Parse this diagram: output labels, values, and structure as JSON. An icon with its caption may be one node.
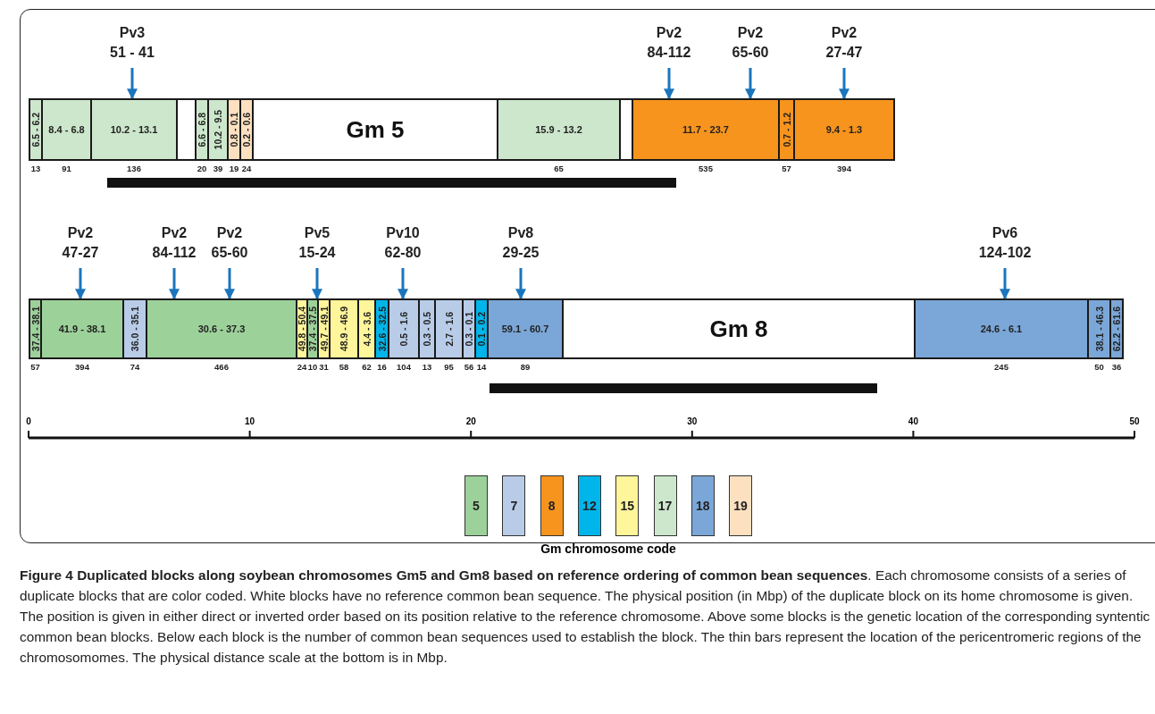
{
  "diagram": {
    "caption": "**Figure 4 Duplicated blocks along soybean chromosomes Gm5 and Gm8 based on reference ordering of common bean sequences**. Each chromosome consists of a series of duplicate blocks that are color coded. White blocks have no reference common bean sequence. The physical position (in Mbp) of the duplicate block on its home chromosome is given. The position is given in either direct or inverted order based on its position relative to the reference chromosome. Above some blocks is the genetic location of the corresponding syntentic common bean blocks. Below each block is the number of common bean sequences used to establish the block. The thin bars represent the location of the pericentromeric regions of the chromosomomes. The physical distance scale at the bottom is in Mbp.",
    "nodes": [
      {
        "text": [
          "Pv3",
          "51 - 41"
        ]
      },
      {
        "text": [
          "Pv2",
          "84-112"
        ]
      },
      {
        "text": [
          "Pv2",
          "65-60"
        ]
      },
      {
        "text": [
          "Pv2",
          "27-47"
        ]
      },
      {
        "text": [
          "6.5 - 6.2"
        ],
        "beside": [
          "13"
        ]
      },
      {
        "text": [
          "8.4 - 6.8"
        ],
        "beside": [
          "91"
        ]
      },
      {
        "text": [
          "10.2 - 13.1"
        ],
        "beside": [
          "136"
        ]
      },
      {
        "text": [],
        "shape": "box"
      },
      {
        "text": [
          "6.6 - 6.8"
        ],
        "beside": [
          "20"
        ]
      },
      {
        "text": [
          "10.2 - 9.5"
        ],
        "beside": [
          "39"
        ]
      },
      {
        "text": [
          "0.8 - 0.1"
        ],
        "beside": [
          "19"
        ]
      },
      {
        "text": [
          "0.2 - 0.6"
        ],
        "beside": [
          "24"
        ]
      },
      {
        "text": [
          "Gm 5"
        ]
      },
      {
        "text": [
          "15.9 - 13.2"
        ],
        "beside": [
          "65"
        ]
      },
      {
        "text": [],
        "shape": "box"
      },
      {
        "text": [
          "11.7 - 23.7"
        ],
        "beside": [
          "535"
        ]
      },
      {
        "text": [
          "0.7 - 1.2"
        ],
        "beside": [
          "57"
        ]
      },
      {
        "text": [
          "9.4 - 1.3"
        ],
        "beside": [
          "394"
        ]
      },
      {
        "text": [
          "Pv2",
          "47-27"
        ]
      },
      {
        "text": [
          "Pv2",
          "84-112"
        ]
      },
      {
        "text": [
          "Pv2",
          "65-60"
        ]
      },
      {
        "text": [
          "Pv5",
          "15-24"
        ]
      },
      {
        "text": [
          "Pv10",
          "62-80"
        ]
      },
      {
        "text": [
          "Pv8",
          "29-25"
        ]
      },
      {
        "text": [
          "Pv6",
          "124-102"
        ]
      },
      {
        "text": [
          "37.4 - 38.1"
        ],
        "beside": [
          "57"
        ]
      },
      {
        "text": [
          "41.9 - 38.1"
        ],
        "beside": [
          "394"
        ]
      },
      {
        "text": [
          "36.0 - 35.1"
        ],
        "beside": [
          "74"
        ]
      },
      {
        "text": [
          "30.6 - 37.3"
        ],
        "beside": [
          "466"
        ]
      },
      {
        "text": [
          "49.8 - 50.4"
        ],
        "beside": [
          "24"
        ]
      },
      {
        "text": [
          "37.4 - 37.5"
        ],
        "beside": [
          "10"
        ]
      },
      {
        "text": [
          "49.7 - 49.1"
        ],
        "beside": [
          "31"
        ]
      },
      {
        "text": [
          "48.9 - 46.9"
        ],
        "beside": [
          "58"
        ]
      },
      {
        "text": [
          "4.4 - 3.6"
        ],
        "beside": [
          "62"
        ]
      },
      {
        "text": [
          "32.6 - 32.5"
        ],
        "beside": [
          "16"
        ]
      },
      {
        "text": [
          "0.5 - 1.6"
        ],
        "beside": [
          "104"
        ]
      },
      {
        "text": [
          "0.3 - 0.5"
        ],
        "beside": [
          "13"
        ]
      },
      {
        "text": [
          "2.7 - 1.6"
        ],
        "beside": [
          "95"
        ]
      },
      {
        "text": [
          "0.3 - 0.1"
        ],
        "beside": [
          "56"
        ]
      },
      {
        "text": [
          "0.1 - 0.2"
        ],
        "beside": [
          "14"
        ]
      },
      {
        "text": [
          "59.1 - 60.7"
        ],
        "beside": [
          "89"
        ]
      },
      {
        "text": [
          "Gm 8"
        ]
      },
      {
        "text": [
          "24.6 - 6.1"
        ],
        "beside": [
          "245"
        ]
      },
      {
        "text": [
          "38.1 - 46.3"
        ],
        "beside": [
          "50"
        ]
      },
      {
        "text": [
          "62.2 - 61.6"
        ],
        "beside": [
          "36"
        ]
      }
    ],
    "edges": [
      {
        "from": 0,
        "to": 6,
        "arrow": "to"
      },
      {
        "from": 1,
        "to": 15,
        "arrow": "to"
      },
      {
        "from": 2,
        "to": 15,
        "arrow": "to"
      },
      {
        "from": 3,
        "to": 17,
        "arrow": "to"
      },
      {
        "from": 18,
        "to": 26,
        "arrow": "to"
      },
      {
        "from": 19,
        "to": 28,
        "arrow": "to"
      },
      {
        "from": 20,
        "to": 28,
        "arrow": "to"
      },
      {
        "from": 21,
        "to": 30,
        "arrow": "to"
      },
      {
        "from": 22,
        "to": 35,
        "arrow": "to"
      },
      {
        "from": 23,
        "to": 40,
        "arrow": "to"
      },
      {
        "from": 24,
        "to": 42,
        "arrow": "to"
      }
    ],
    "labels": [
      "0",
      "10",
      "20",
      "30",
      "40",
      "50",
      "Gm chromosome code"
    ],
    "legend": [
      {
        "text": "5",
        "color": "#9dd19a"
      },
      {
        "text": "7",
        "color": "#b8cce8"
      },
      {
        "text": "8",
        "color": "#f7941d"
      },
      {
        "text": "12",
        "color": "#00b5ea"
      },
      {
        "text": "15",
        "color": "#fff59a"
      },
      {
        "text": "17",
        "color": "#cde7cc"
      },
      {
        "text": "18",
        "color": "#7ba7d8"
      },
      {
        "text": "19",
        "color": "#fde0c0"
      }
    ]
  }
}
